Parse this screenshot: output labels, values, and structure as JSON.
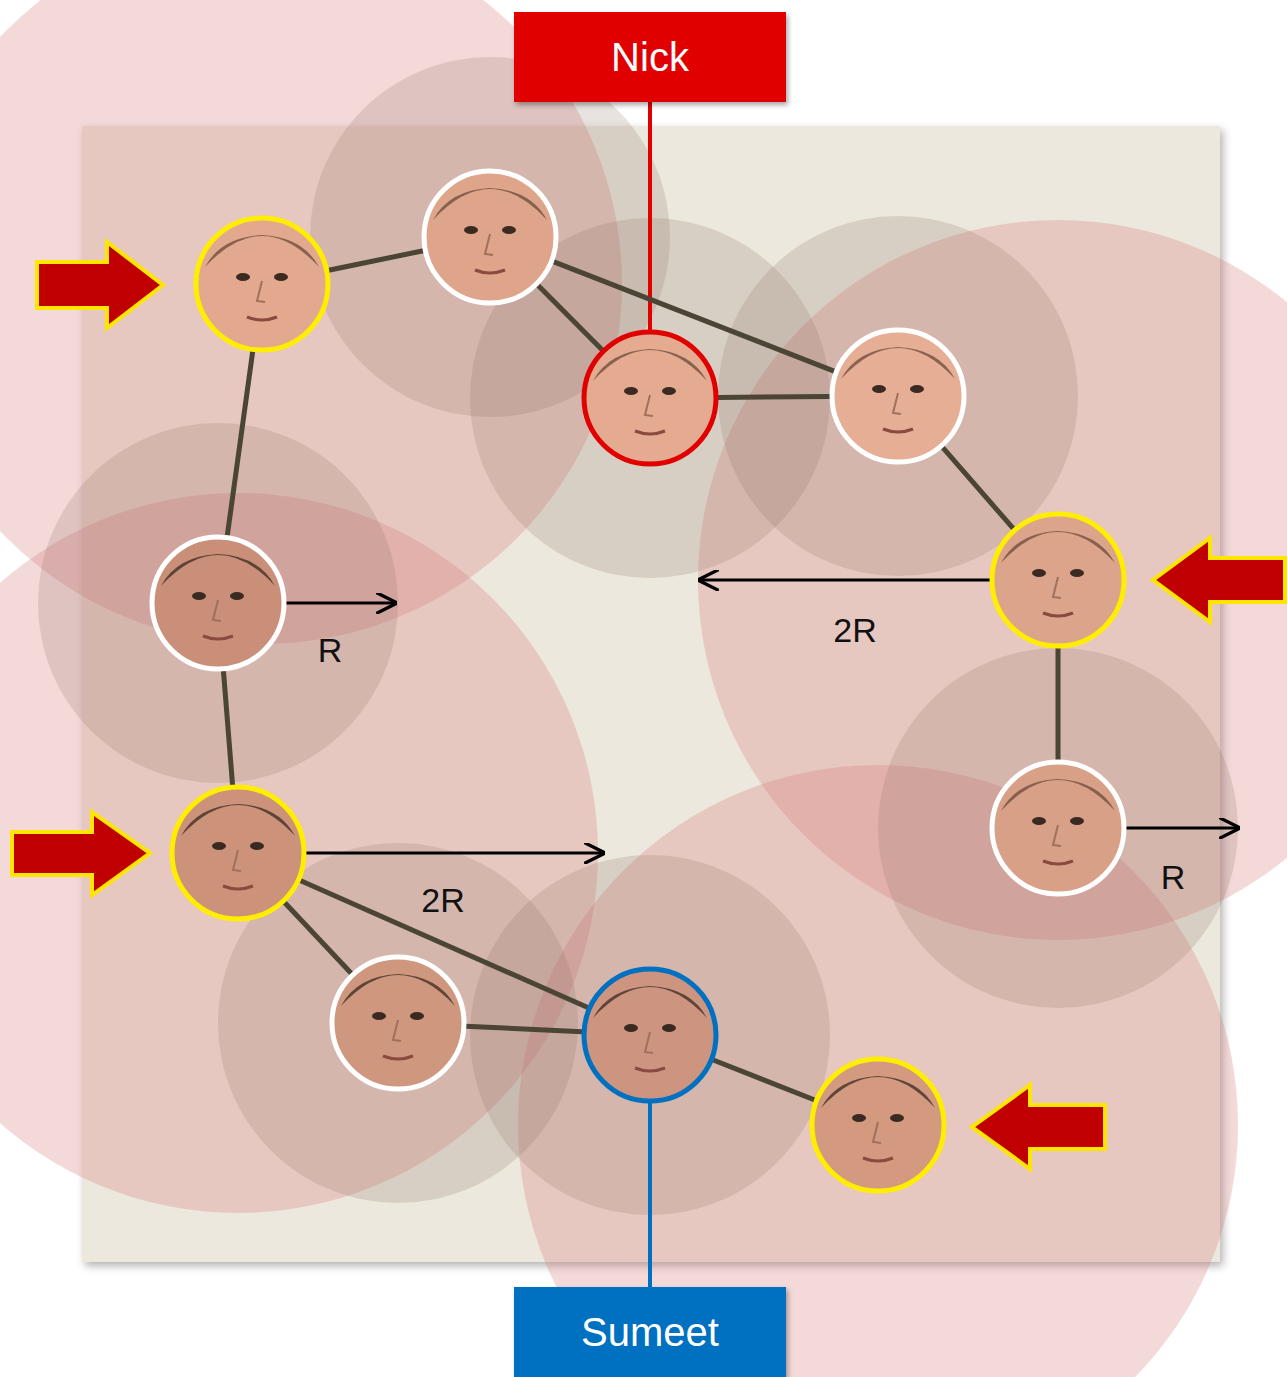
{
  "diagram": {
    "nodes": [
      {
        "text": [
          "Nick"
        ]
      },
      {
        "text": []
      },
      {
        "text": []
      },
      {
        "text": []
      },
      {
        "text": []
      },
      {
        "text": []
      },
      {
        "text": []
      },
      {
        "text": []
      },
      {
        "text": []
      },
      {
        "text": []
      },
      {
        "text": []
      },
      {
        "text": []
      },
      {
        "text": [
          "Sumeet"
        ]
      }
    ],
    "edges": [
      {
        "from": 0,
        "to": 3,
        "arrow": "none"
      },
      {
        "from": 1,
        "to": 2,
        "arrow": "none"
      },
      {
        "from": 2,
        "to": 3,
        "arrow": "none"
      },
      {
        "from": 2,
        "to": 4,
        "arrow": "none"
      },
      {
        "from": 3,
        "to": 4,
        "arrow": "none"
      },
      {
        "from": 4,
        "to": 5,
        "arrow": "none"
      },
      {
        "from": 1,
        "to": 6,
        "arrow": "none"
      },
      {
        "from": 5,
        "to": 8,
        "arrow": "none"
      },
      {
        "from": 6,
        "to": 7,
        "arrow": "none"
      },
      {
        "from": 7,
        "to": 9,
        "arrow": "none"
      },
      {
        "from": 7,
        "to": 10,
        "arrow": "none"
      },
      {
        "from": 9,
        "to": 10,
        "arrow": "none"
      },
      {
        "from": 10,
        "to": 11,
        "arrow": "none"
      },
      {
        "from": 12,
        "to": 10,
        "arrow": "none"
      }
    ],
    "labels": [
      "2R",
      "R",
      "2R",
      "R"
    ]
  }
}
